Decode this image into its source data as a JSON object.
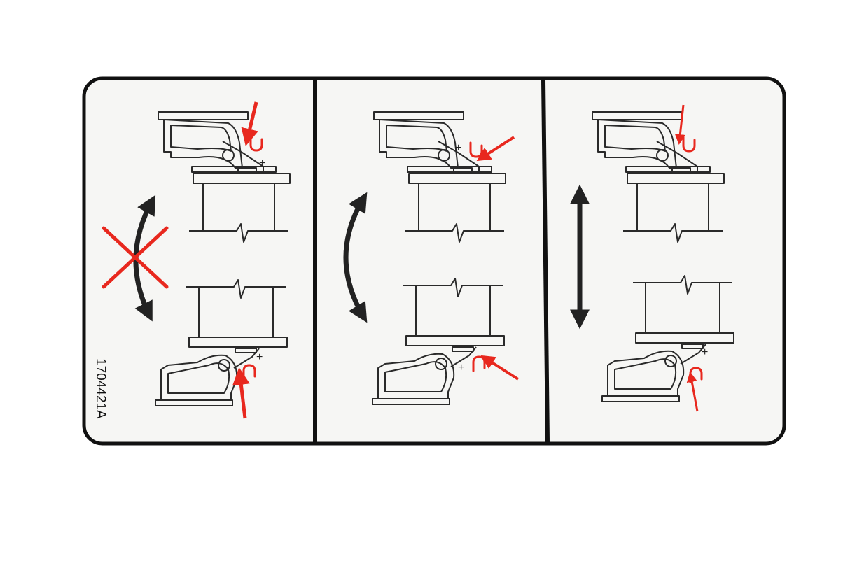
{
  "label": {
    "part_number": "1704421A",
    "panels": [
      {
        "id": "panel-1",
        "status": "incorrect",
        "motion": "arc",
        "struck": true
      },
      {
        "id": "panel-2",
        "status": "correct",
        "motion": "arc",
        "struck": false
      },
      {
        "id": "panel-3",
        "status": "correct",
        "motion": "straight",
        "struck": false
      }
    ],
    "colors": {
      "frame": "#111111",
      "panel_bg": "#f6f6f4",
      "line": "#2a2a2a",
      "arrow": "#222222",
      "warning_red": "#e8281e"
    },
    "icons": [
      "arc-arrow-icon",
      "cross-icon",
      "straight-arrow-icon",
      "pointer-arrow-icon",
      "hook-icon",
      "plus-icon"
    ]
  }
}
